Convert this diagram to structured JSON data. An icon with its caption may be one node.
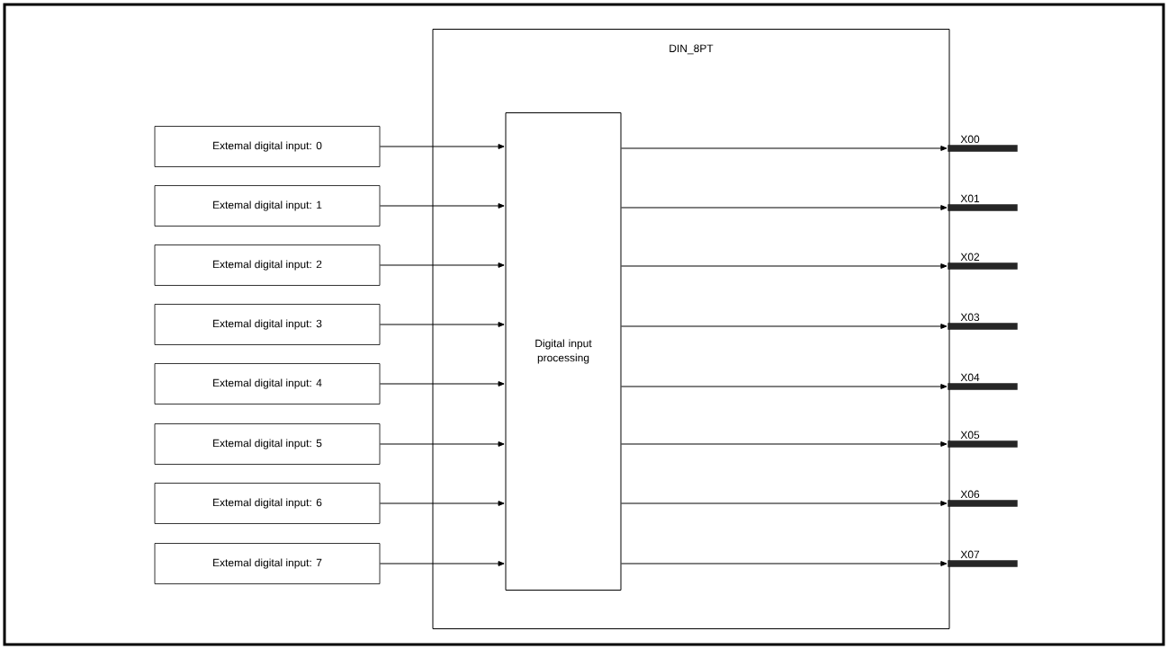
{
  "diagram": {
    "nodes": [
      {
        "text": [
          "DIN_8PT"
        ]
      },
      {
        "text": [
          "Extemal digital input: 0"
        ]
      },
      {
        "text": [
          "Extemal digital input: 1"
        ]
      },
      {
        "text": [
          "Extemal digital input: 2"
        ]
      },
      {
        "text": [
          "Extemal digital input: 3"
        ]
      },
      {
        "text": [
          "Extemal digital input: 4"
        ]
      },
      {
        "text": [
          "Extemal digital input: 5"
        ]
      },
      {
        "text": [
          "Extemal digital input: 6"
        ]
      },
      {
        "text": [
          "Extemal digital input: 7"
        ]
      },
      {
        "text": [
          "Digital input processing"
        ],
        "in": 0
      },
      {
        "text": [
          "X00"
        ]
      },
      {
        "text": [
          "X01"
        ]
      },
      {
        "text": [
          "X02"
        ]
      },
      {
        "text": [
          "X03"
        ]
      },
      {
        "text": [
          "X04"
        ]
      },
      {
        "text": [
          "X05"
        ]
      },
      {
        "text": [
          "X06"
        ]
      },
      {
        "text": [
          "X07"
        ]
      }
    ],
    "edges": [
      {
        "from": 1,
        "to": 9,
        "arrow": "to"
      },
      {
        "from": 2,
        "to": 9,
        "arrow": "to"
      },
      {
        "from": 3,
        "to": 9,
        "arrow": "to"
      },
      {
        "from": 4,
        "to": 9,
        "arrow": "to"
      },
      {
        "from": 5,
        "to": 9,
        "arrow": "to"
      },
      {
        "from": 6,
        "to": 9,
        "arrow": "to"
      },
      {
        "from": 7,
        "to": 9,
        "arrow": "to"
      },
      {
        "from": 8,
        "to": 9,
        "arrow": "to"
      },
      {
        "from": 9,
        "to": 10,
        "arrow": "to"
      },
      {
        "from": 9,
        "to": 11,
        "arrow": "to"
      },
      {
        "from": 9,
        "to": 12,
        "arrow": "to"
      },
      {
        "from": 9,
        "to": 13,
        "arrow": "to"
      },
      {
        "from": 9,
        "to": 14,
        "arrow": "to"
      },
      {
        "from": 9,
        "to": 15,
        "arrow": "to"
      },
      {
        "from": 9,
        "to": 16,
        "arrow": "to"
      },
      {
        "from": 9,
        "to": 17,
        "arrow": "to"
      }
    ]
  }
}
